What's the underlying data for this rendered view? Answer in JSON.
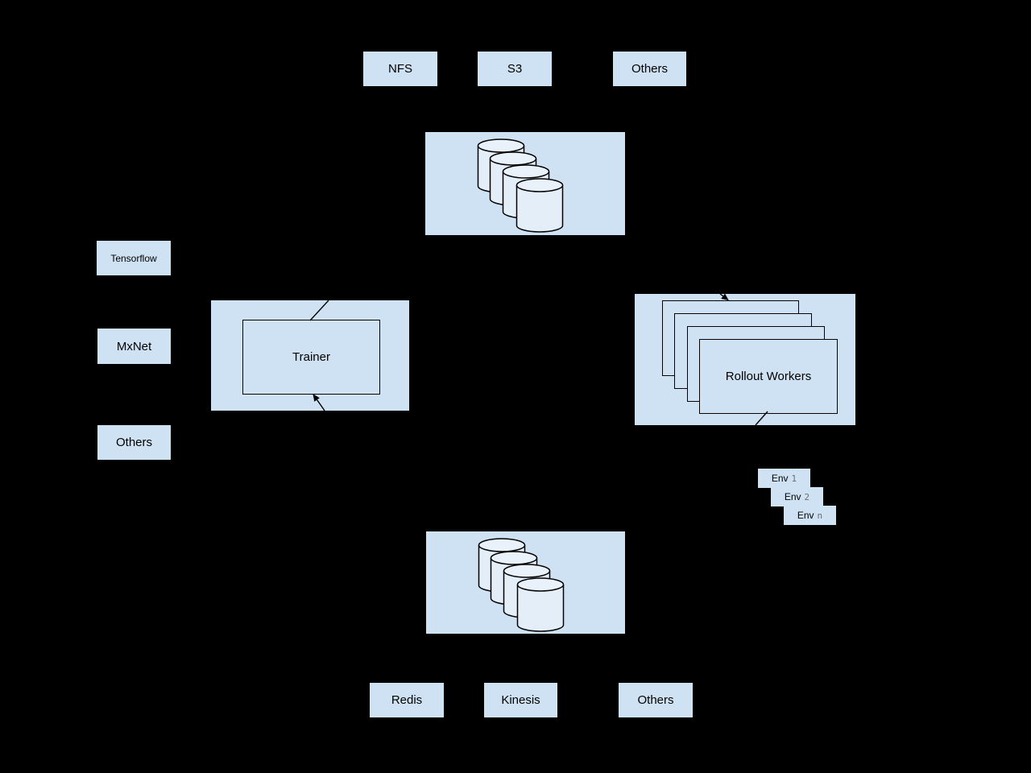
{
  "colors": {
    "background": "#000000",
    "box_fill": "#cfe2f3",
    "cylinder_fill": "#e4eef9",
    "line": "#000000",
    "env_number": "#6e6e6e"
  },
  "top_storage_options": {
    "items": [
      {
        "label": "NFS"
      },
      {
        "label": "S3"
      },
      {
        "label": "Others"
      }
    ]
  },
  "frameworks": {
    "items": [
      {
        "label": "Tensorflow"
      },
      {
        "label": "MxNet"
      },
      {
        "label": "Others"
      }
    ]
  },
  "trainer": {
    "label": "Trainer"
  },
  "rollout_workers": {
    "label": "Rollout Workers"
  },
  "environments": {
    "items": [
      {
        "label": "Env",
        "index": "1"
      },
      {
        "label": "Env",
        "index": "2"
      },
      {
        "label": "Env",
        "index": "n"
      }
    ]
  },
  "bottom_queue_options": {
    "items": [
      {
        "label": "Redis"
      },
      {
        "label": "Kinesis"
      },
      {
        "label": "Others"
      }
    ]
  }
}
